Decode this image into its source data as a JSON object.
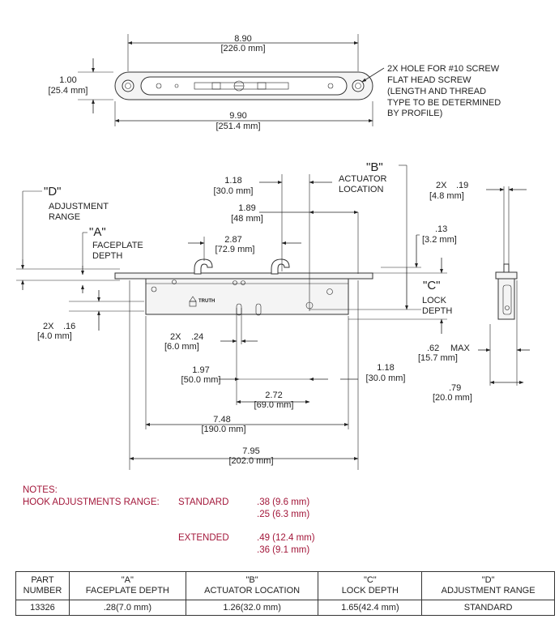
{
  "top_view": {
    "inner_dim": "8.90",
    "inner_dim_mm": "[226.0 mm]",
    "height_dim": "1.00",
    "height_dim_mm": "[25.4 mm]",
    "outer_dim": "9.90",
    "outer_dim_mm": "[251.4 mm]",
    "hole_note": [
      "2X HOLE FOR #10 SCREW",
      "FLAT HEAD SCREW",
      "(LENGTH AND THREAD",
      "TYPE TO BE DETERMINED",
      "BY PROFILE)"
    ]
  },
  "side_view": {
    "d_label": "\"D\"",
    "d_text": [
      "ADJUSTMENT",
      "RANGE"
    ],
    "a_label": "\"A\"",
    "a_text": [
      "FACEPLATE",
      "DEPTH"
    ],
    "b_label": "\"B\"",
    "b_text": [
      "ACTUATOR",
      "LOCATION"
    ],
    "c_label": "\"C\"",
    "c_text": [
      "LOCK",
      "DEPTH"
    ],
    "brand_text": "TRUTH",
    "dims": {
      "d118_top": "1.18",
      "d118_top_mm": "[30.0 mm]",
      "d189": "1.89",
      "d189_mm": "[48 mm]",
      "d287": "2.87",
      "d287_mm": "[72.9 mm]",
      "d16_prefix": "2X",
      "d16": ".16",
      "d16_mm": "[4.0 mm]",
      "d24_prefix": "2X",
      "d24": ".24",
      "d24_mm": "[6.0 mm]",
      "d197": "1.97",
      "d197_mm": "[50.0 mm]",
      "d118_bot": "1.18",
      "d118_bot_mm": "[30.0 mm]",
      "d272": "2.72",
      "d272_mm": "[69.0 mm]",
      "d748": "7.48",
      "d748_mm": "[190.0 mm]",
      "d795": "7.95",
      "d795_mm": "[202.0 mm]"
    }
  },
  "end_view": {
    "d19_prefix": "2X",
    "d19": ".19",
    "d19_mm": "[4.8 mm]",
    "d13": ".13",
    "d13_mm": "[3.2 mm]",
    "d62": ".62",
    "d62_suffix": "MAX",
    "d62_mm": "[15.7 mm]",
    "d79": ".79",
    "d79_mm": "[20.0 mm]"
  },
  "notes": {
    "heading": "NOTES:",
    "hook_label": "HOOK ADJUSTMENTS RANGE:",
    "standard_label": "STANDARD",
    "standard_values": [
      ".38 (9.6 mm)",
      ".25 (6.3 mm)"
    ],
    "extended_label": "EXTENDED",
    "extended_values": [
      ".49 (12.4 mm)",
      ".36 (9.1 mm)"
    ]
  },
  "table": {
    "headers": [
      [
        "PART",
        "NUMBER"
      ],
      [
        "\"A\"",
        "FACEPLATE DEPTH"
      ],
      [
        "\"B\"",
        "ACTUATOR LOCATION"
      ],
      [
        "\"C\"",
        "LOCK DEPTH"
      ],
      [
        "\"D\"",
        "ADJUSTMENT RANGE"
      ]
    ],
    "rows": [
      [
        "13326",
        ".28(7.0 mm)",
        "1.26(32.0 mm)",
        "1.65(42.4 mm)",
        "STANDARD"
      ]
    ]
  }
}
